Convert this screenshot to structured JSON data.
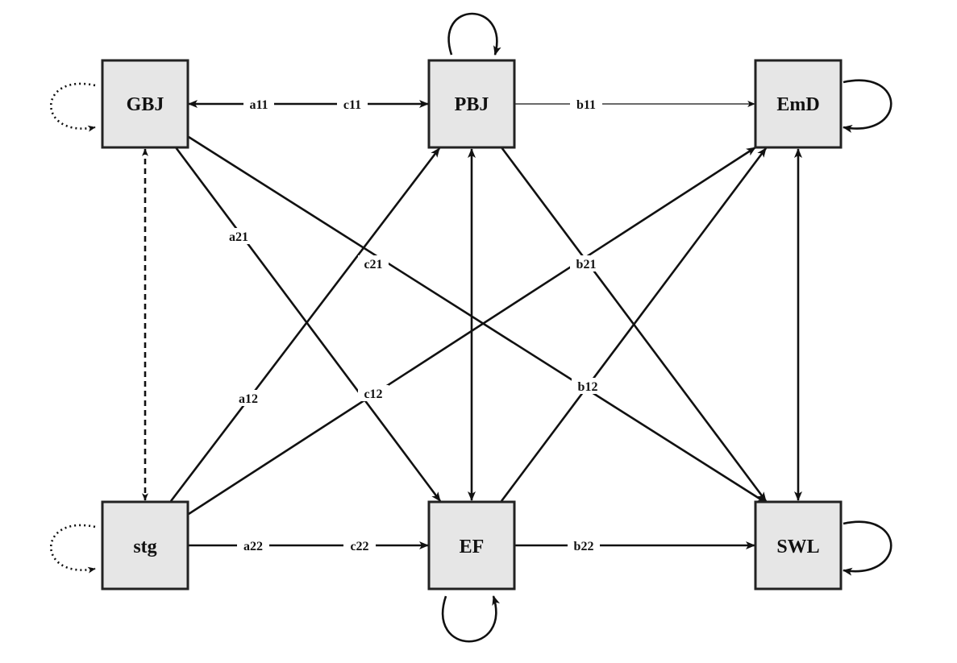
{
  "nodes": {
    "gbj": "GBJ",
    "pbj": "PBJ",
    "emd": "EmD",
    "stg": "stg",
    "ef": "EF",
    "swl": "SWL"
  },
  "paths": {
    "a11": "a11",
    "c11": "c11",
    "b11": "b11",
    "a21": "a21",
    "c21": "c21",
    "b21": "b21",
    "a12": "a12",
    "c12": "c12",
    "b12": "b12",
    "a22": "a22",
    "c22": "c22",
    "b22": "b22"
  },
  "colors": {
    "node_fill": "#e6e6e6",
    "stroke": "#111111",
    "background": "#ffffff"
  }
}
